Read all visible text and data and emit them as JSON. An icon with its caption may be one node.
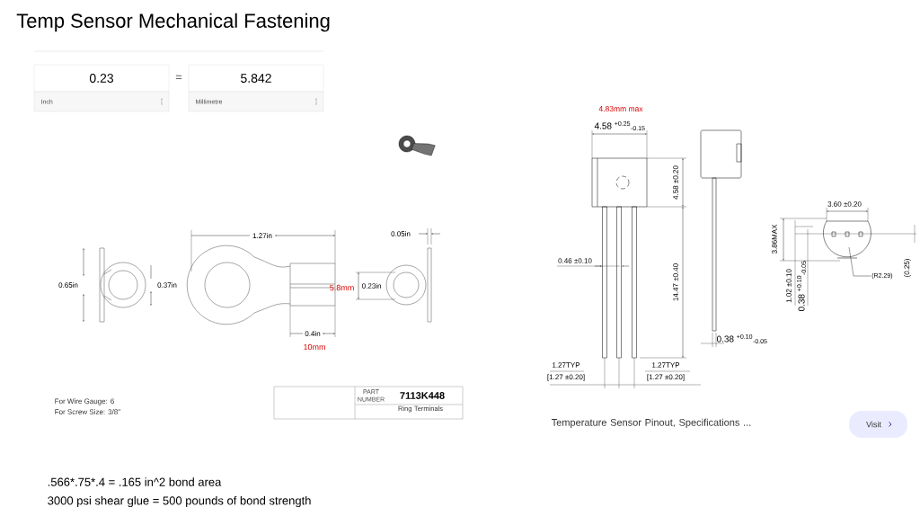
{
  "diagram": {
    "title": "Temp Sensor Mechanical Fastening",
    "nodes": [
      {
        "text": [
          "0.23"
        ]
      },
      {
        "text": [
          "Inch"
        ]
      },
      {
        "text": [
          "5.842"
        ]
      },
      {
        "text": [
          "Millimetre"
        ]
      },
      {
        "text": [
          "Visit"
        ]
      },
      {
        "text": [
          "(R2.29)"
        ]
      }
    ],
    "edges": [
      {
        "from": null,
        "to": 5,
        "arrow": "none"
      }
    ],
    "labels": [
      "=",
      "1.27in",
      "0.05in",
      "0.65in",
      "0.37in",
      "5.8mm",
      "0.23in",
      "0.4in",
      "10mm",
      "For Wire Gauge: 6",
      "For Screw Size: 3/8\"",
      "PART NUMBER",
      "7113K448",
      "Ring Terminals",
      "4.83mm max",
      "4.58 $^{+0.25}$$_{-0.15}$",
      "4.58 ±0.20",
      "0.46 ±0.10",
      "14.47 ±0.40",
      "0.38 $^{+0.10}$$_{-0.05}$",
      "1.27TYP",
      "[1.27 ±0.20]",
      "1.27TYP",
      "[1.27 ±0.20]",
      "3.60 ±0.20",
      "3.86MAX",
      "1.02 ±0.10",
      "0.38 $^{+0.10}$$_{-0.05}$",
      "(0.25)",
      "Temperature Sensor Pinout, Specifications ...",
      ".566*.75*.4 = .165 in^2 bond area",
      "3000 psi shear glue = 500 pounds of bond strength"
    ]
  }
}
